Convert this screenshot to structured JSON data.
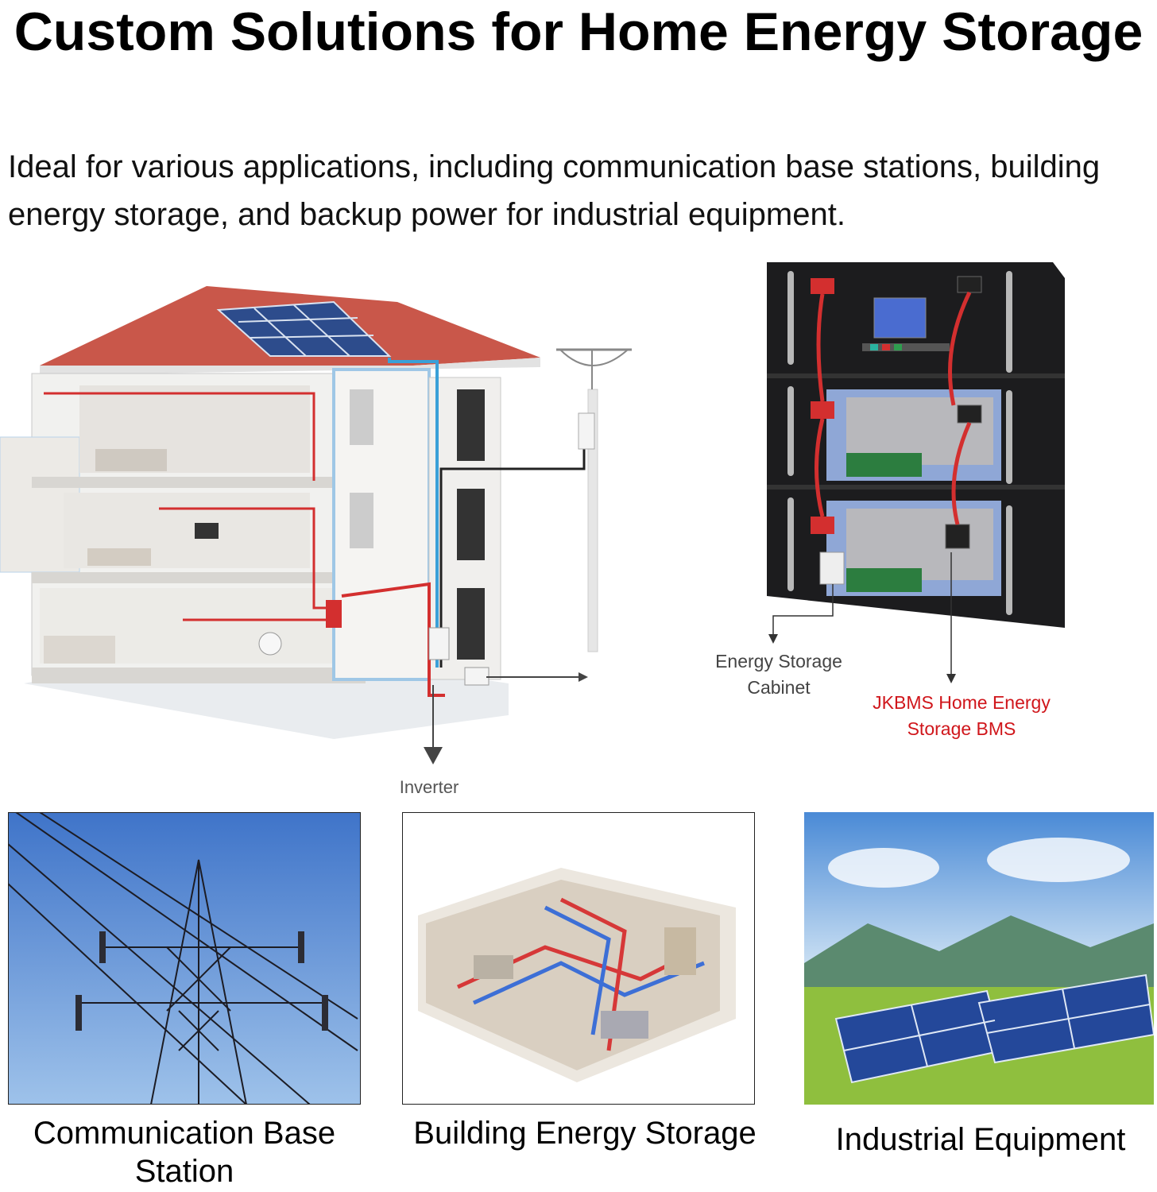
{
  "title": "Custom Solutions for Home Energy Storage",
  "subtitle": "Ideal for various applications, including communication base stations, building energy storage, and backup power for industrial equipment.",
  "diagram": {
    "inverter_label": "Inverter",
    "cabinet_label": "Energy Storage Cabinet",
    "bms_label": "JKBMS Home Energy Storage BMS",
    "bms_color": "#d0161b"
  },
  "applications": [
    {
      "label": "Communication Base Station"
    },
    {
      "label": "Building Energy Storage"
    },
    {
      "label": "Industrial Equipment"
    }
  ]
}
